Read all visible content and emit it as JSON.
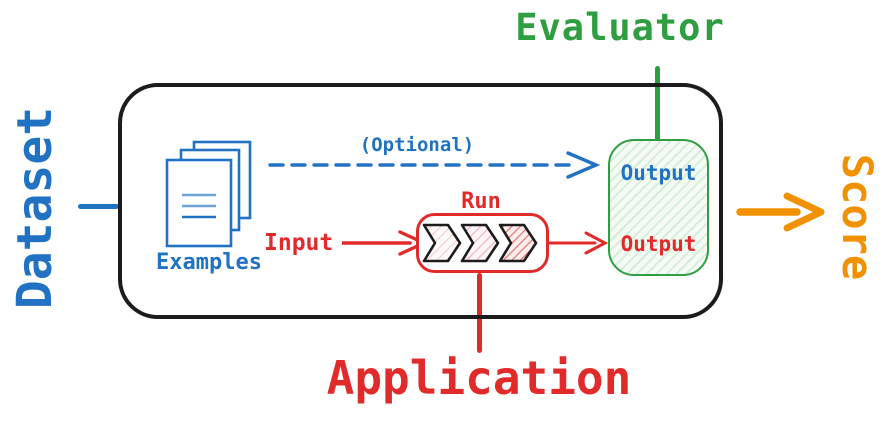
{
  "diagram": {
    "labels": {
      "dataset": "Dataset",
      "evaluator": "Evaluator",
      "score": "Score",
      "application": "Application",
      "examples": "Examples",
      "optional": "(Optional)",
      "input": "Input",
      "run": "Run",
      "evaluator_output": "Output",
      "application_output": "Output"
    },
    "icons": {
      "examples": "documents-stack-icon",
      "run": "triple-chevron-icon",
      "dashed_arrow": "dashed-arrow-right-icon",
      "input_arrow": "arrow-right-icon",
      "run_output_arrow": "arrow-right-icon",
      "score_arrow": "thick-arrow-right-icon"
    },
    "colors": {
      "dataset_blue": "#2272C3",
      "evaluator_green": "#2F9E41",
      "application_red": "#E12B2B",
      "score_orange": "#F29100",
      "box_black": "#1C1C1C"
    }
  }
}
